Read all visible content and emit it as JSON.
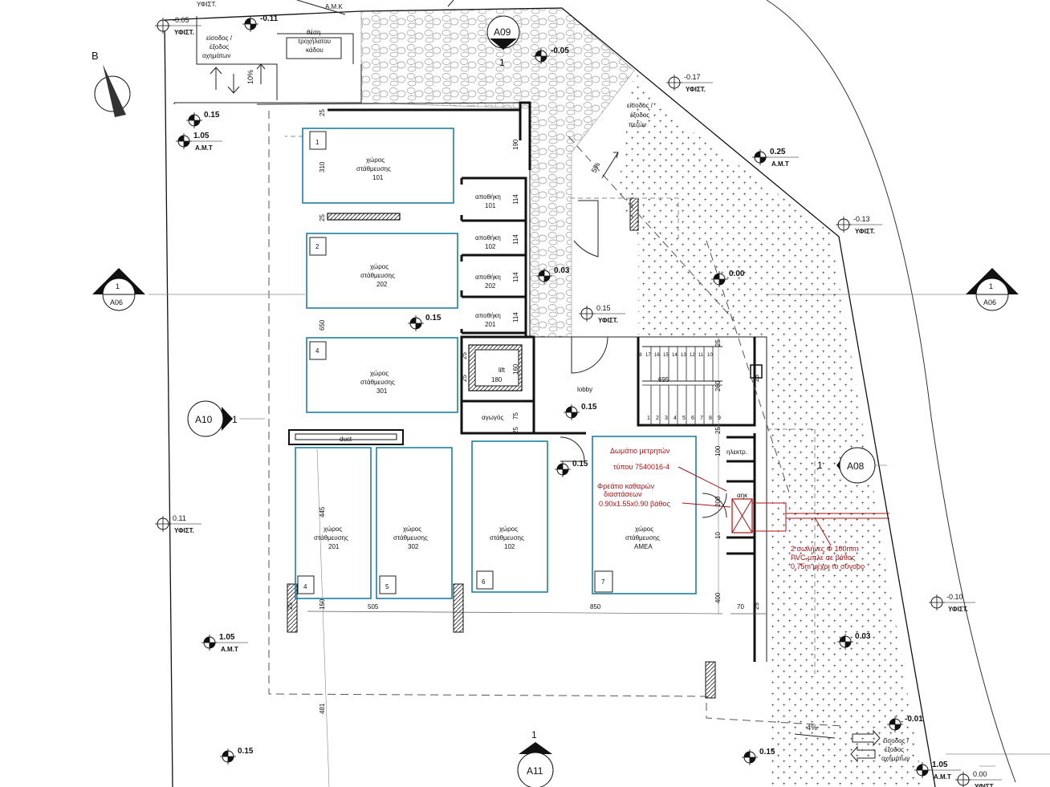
{
  "elevations": [
    {
      "value": "-0.05",
      "label": "ΥΦΙΣΤ."
    },
    {
      "value": "-0.11",
      "label": ""
    },
    {
      "value": "-0.05",
      "label": ""
    },
    {
      "value": "-0.17",
      "label": "ΥΦΙΣΤ."
    },
    {
      "value": "0.15",
      "label": ""
    },
    {
      "value": "1.05",
      "label": "Α.Μ.Τ"
    },
    {
      "value": "0.25",
      "label": "Α.Μ.Τ"
    },
    {
      "value": "-0.13",
      "label": "ΥΦΙΣΤ."
    },
    {
      "value": "0.03",
      "label": ""
    },
    {
      "value": "0.00",
      "label": ""
    },
    {
      "value": "0.15",
      "label": "ΥΦΙΣΤ."
    },
    {
      "value": "0.15",
      "label": ""
    },
    {
      "value": "0.15",
      "label": ""
    },
    {
      "value": "0.15",
      "label": ""
    },
    {
      "value": "0.11",
      "label": "ΥΦΙΣΤ."
    },
    {
      "value": "-0.10",
      "label": "ΥΦΙΣΤ."
    },
    {
      "value": "1.05",
      "label": "Α.Μ.Τ"
    },
    {
      "value": "0.03",
      "label": ""
    },
    {
      "value": "-0.01",
      "label": ""
    },
    {
      "value": "0.15",
      "label": ""
    },
    {
      "value": "0.15",
      "label": ""
    },
    {
      "value": "1.05",
      "label": "Α.Μ.Τ"
    },
    {
      "value": "0.00",
      "label": "ΥΦΙΣΤ."
    }
  ],
  "top_labels": {
    "yfist": "ΥΦΙΣΤ.",
    "amk": "Α.Μ.Κ"
  },
  "section_markers": [
    {
      "id": "A09",
      "num": "1"
    },
    {
      "id": "A06",
      "num": "1"
    },
    {
      "id": "A06",
      "num": "1"
    },
    {
      "id": "A10",
      "num": "1"
    },
    {
      "id": "A08",
      "num": "1"
    },
    {
      "id": "A11",
      "num": "1"
    }
  ],
  "north_label": "B",
  "entrances": {
    "vehicles_top": [
      "είσοδος /",
      "έξοδος",
      "οχημάτων"
    ],
    "bin": [
      "θέση",
      "τροχήλατου",
      "κάδου"
    ],
    "pedestrians": [
      "είσοδος /",
      "έξοδος",
      "πεζών"
    ],
    "vehicles_bottom": [
      "είσοδος /",
      "έξοδος",
      "οχημάτων"
    ]
  },
  "slopes": {
    "ramp_top": "10%",
    "path": "5%",
    "bottom": "4%"
  },
  "parking": [
    {
      "num": "1",
      "l1": "χώρος",
      "l2": "στάθμευσης",
      "l3": "101"
    },
    {
      "num": "2",
      "l1": "χώρος",
      "l2": "στάθμευσης",
      "l3": "202"
    },
    {
      "num": "4",
      "l1": "χώρος",
      "l2": "στάθμευσης",
      "l3": "301"
    },
    {
      "num": "4",
      "l1": "χώρος",
      "l2": "στάθμευσης",
      "l3": "201"
    },
    {
      "num": "5",
      "l1": "χώρος",
      "l2": "στάθμευσης",
      "l3": "302"
    },
    {
      "num": "6",
      "l1": "χώρος",
      "l2": "στάθμευσης",
      "l3": "102"
    },
    {
      "num": "7",
      "l1": "χώρος",
      "l2": "στάθμευσης",
      "l3": "ΑΜΕΑ"
    }
  ],
  "storage": [
    {
      "l1": "αποθήκη",
      "l2": "101"
    },
    {
      "l1": "αποθήκη",
      "l2": "102"
    },
    {
      "l1": "αποθήκη",
      "l2": "202"
    },
    {
      "l1": "αποθήκη",
      "l2": "201"
    }
  ],
  "rooms": {
    "lift": "lift",
    "lift_dim": "180",
    "lobby": "lobby",
    "duct_room": "αγωγός",
    "duct": "duct",
    "elec": "ηλεκτρ.",
    "ahk": "αηκ"
  },
  "dims": [
    "25",
    "190",
    "310",
    "114",
    "114",
    "114",
    "114",
    "25",
    "650",
    "160",
    "75",
    "25",
    "25",
    "695",
    "260",
    "25",
    "25",
    "25",
    "100",
    "200",
    "10",
    "445",
    "150",
    "505",
    "850",
    "400",
    "70",
    "25",
    "481",
    "25",
    "25"
  ],
  "stair_top": [
    "18",
    "17",
    "16",
    "15",
    "14",
    "13",
    "12",
    "11",
    "10"
  ],
  "stair_bot": [
    "1",
    "2",
    "3",
    "4",
    "5",
    "6",
    "7",
    "8",
    "9"
  ],
  "notes": {
    "meter": [
      "Δωμάτιο μετρητών",
      "τύπου 7540016-4"
    ],
    "chamber": [
      "Φρεάτιο καθαρών",
      "διαστάσεων",
      "0.90x1.55x0.90 βάθος"
    ],
    "pipes": [
      "2 σωλήνες Φ 100mm",
      "PVC μπλε σε βάθος",
      "0.75m μέχρι το σύνορο"
    ]
  }
}
